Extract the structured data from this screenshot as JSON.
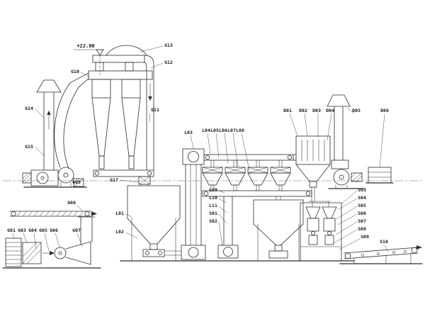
{
  "diagram": {
    "kind": "industrial-process-flow-drawing",
    "background": "#ffffff",
    "ink": "#2b2b2b",
    "elevation_marker": "+22.00",
    "labels": {
      "g01": "G01",
      "g03": "G03",
      "g04": "G04",
      "g05": "G05",
      "g06": "G06",
      "g07": "G07",
      "g08": "G08",
      "g09": "G09",
      "g10": "G10",
      "g11": "G11",
      "g12": "G12",
      "g13": "G13",
      "g14": "G14",
      "g15": "G15",
      "g17": "G17",
      "l01": "L01",
      "l02": "L02",
      "l03": "L03",
      "l04": "L04",
      "l05": "L05",
      "l06": "L06",
      "l07": "L07",
      "l08": "L08",
      "l09": "L09",
      "l10": "L10",
      "l11": "L11",
      "s01": "S01",
      "s02": "S02",
      "s03": "S03",
      "s04": "S04",
      "s05": "S05",
      "s06": "S06",
      "s07": "S07",
      "s08": "S08",
      "s09": "S09",
      "s10": "S10",
      "d01": "D01",
      "d02": "D02",
      "d03": "D03",
      "d04": "D04",
      "d05": "D05",
      "d06": "D06"
    }
  }
}
